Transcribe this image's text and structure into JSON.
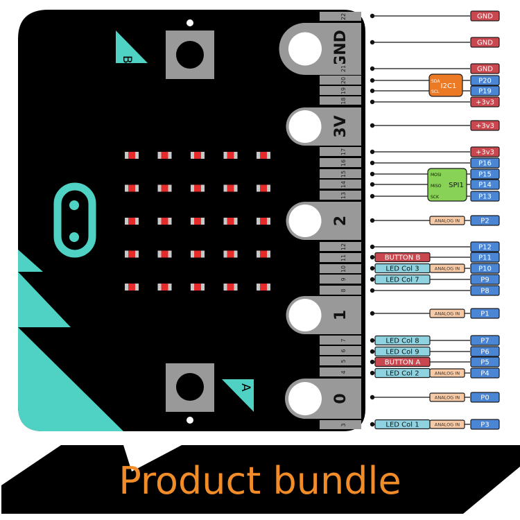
{
  "board": {
    "button_b_label": "B",
    "button_a_label": "A",
    "colors": {
      "pcb": "#000000",
      "accent": "#4fd2c4",
      "pad": "#999999",
      "led": "#e52a2a",
      "led_body": "#c8c8c8"
    },
    "led_matrix": {
      "rows": 5,
      "cols": 5
    },
    "big_pads": [
      {
        "label": "GND"
      },
      {
        "label": "3V"
      },
      {
        "label": "2"
      },
      {
        "label": "1"
      },
      {
        "label": "0"
      }
    ],
    "edge_strips": [
      "22",
      "21",
      "20",
      "19",
      "18",
      "17",
      "16",
      "15",
      "14",
      "13",
      "12",
      "11",
      "10",
      "9",
      "8",
      "7",
      "6",
      "5",
      "4",
      "3"
    ]
  },
  "pinout": {
    "colors": {
      "power": "#c94850",
      "pin": "#4a86d4",
      "analog": "#f7c9a4",
      "led": "#8fd3e0",
      "button": "#c94850",
      "i2c": "#ec7a25",
      "spi": "#88d356"
    },
    "rows": [
      {
        "pin": "GND",
        "type": "power"
      },
      {
        "pin": "GND",
        "type": "power"
      },
      {
        "pin": "GND",
        "type": "power"
      },
      {
        "pin": "P20",
        "type": "pin"
      },
      {
        "pin": "P19",
        "type": "pin"
      },
      {
        "pin": "+3v3",
        "type": "power"
      },
      {
        "pin": "+3v3",
        "type": "power"
      },
      {
        "pin": "+3v3",
        "type": "power"
      },
      {
        "pin": "P16",
        "type": "pin"
      },
      {
        "pin": "P15",
        "type": "pin"
      },
      {
        "pin": "P14",
        "type": "pin"
      },
      {
        "pin": "P13",
        "type": "pin"
      },
      {
        "pin": "P2",
        "type": "pin",
        "analog": "ANALOG IN"
      },
      {
        "pin": "P12",
        "type": "pin"
      },
      {
        "pin": "P11",
        "type": "pin",
        "func": "BUTTON B",
        "func_type": "button"
      },
      {
        "pin": "P10",
        "type": "pin",
        "func": "LED Col 3",
        "func_type": "led",
        "analog": "ANALOG IN"
      },
      {
        "pin": "P9",
        "type": "pin",
        "func": "LED Col 7",
        "func_type": "led"
      },
      {
        "pin": "P8",
        "type": "pin"
      },
      {
        "pin": "P1",
        "type": "pin",
        "analog": "ANALOG IN"
      },
      {
        "pin": "P7",
        "type": "pin",
        "func": "LED Col 8",
        "func_type": "led"
      },
      {
        "pin": "P6",
        "type": "pin",
        "func": "LED Col 9",
        "func_type": "led"
      },
      {
        "pin": "P5",
        "type": "pin",
        "func": "BUTTON A",
        "func_type": "button"
      },
      {
        "pin": "P4",
        "type": "pin",
        "func": "LED Col 2",
        "func_type": "led",
        "analog": "ANALOG IN"
      },
      {
        "pin": "P0",
        "type": "pin",
        "analog": "ANALOG IN"
      },
      {
        "pin": "P3",
        "type": "pin",
        "func": "LED Col 1",
        "func_type": "led",
        "analog": "ANALOG IN"
      }
    ],
    "i2c": {
      "name": "I2C1",
      "signals": [
        "SDA",
        "SCL"
      ]
    },
    "spi": {
      "name": "SPI1",
      "signals": [
        "MOSI",
        "MISO",
        "SCK"
      ]
    }
  },
  "banner": {
    "text": "Product bundle",
    "text_color": "#f28c28",
    "bg_color": "#000000"
  }
}
